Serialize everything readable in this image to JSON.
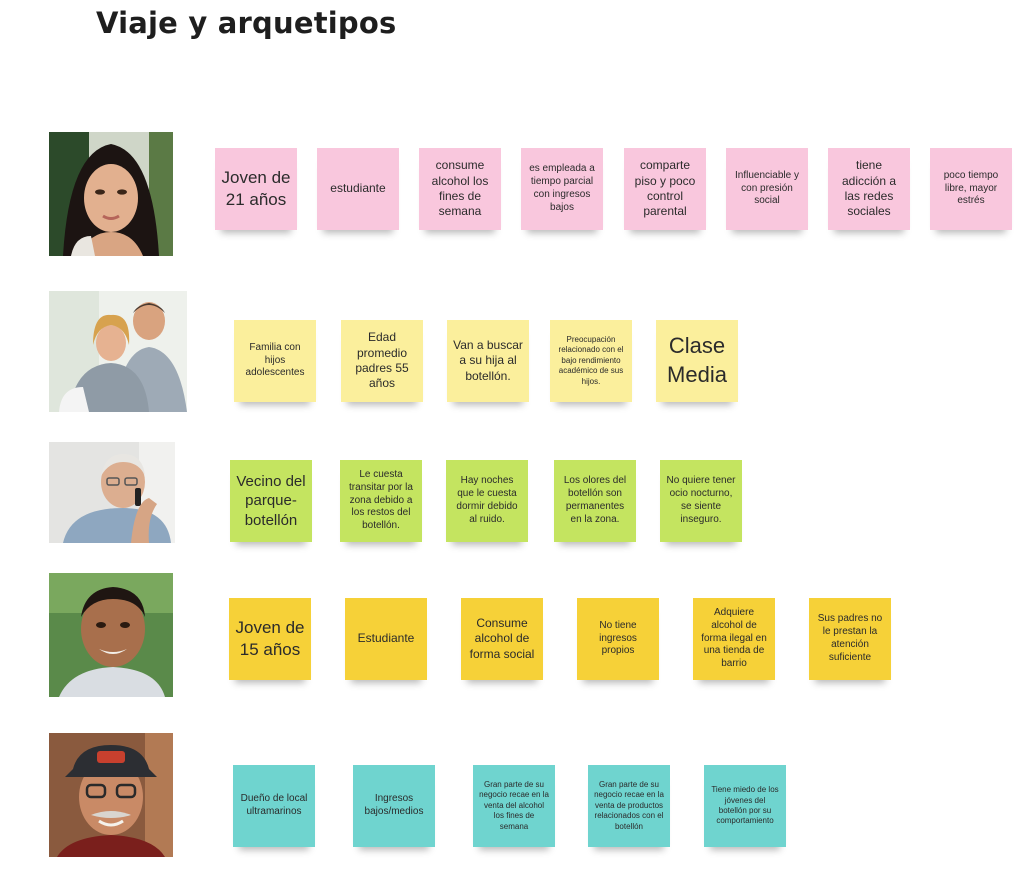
{
  "board": {
    "title": "Viaje y arquetipos"
  },
  "rows": [
    {
      "persona": "young-woman",
      "notes": [
        "Joven de 21 años",
        "estudiante",
        "consume alcohol los fines de semana",
        "es empleada a tiempo parcial con ingresos bajos",
        "comparte piso y poco control parental",
        "Influenciable y con presión social",
        "tiene adicción a las redes sociales",
        "poco tiempo libre, mayor estrés"
      ]
    },
    {
      "persona": "parents",
      "notes": [
        "Familia con hijos adolescentes",
        "Edad promedio padres 55 años",
        "Van a buscar a su hija al botellón.",
        "Preocupación relacionado con el bajo rendimiento académico de sus hijos.",
        "Clase Media"
      ]
    },
    {
      "persona": "elderly-neighbor",
      "notes": [
        "Vecino del parque-botellón",
        "Le cuesta transitar por la zona debido a los restos del botellón.",
        "Hay noches que le cuesta dormir debido al ruido.",
        "Los olores del botellón son permanentes en la zona.",
        "No quiere tener ocio nocturno, se siente inseguro."
      ]
    },
    {
      "persona": "teen-boy",
      "notes": [
        "Joven de 15 años",
        "Estudiante",
        "Consume alcohol de forma social",
        "No tiene ingresos propios",
        "Adquiere alcohol de forma ilegal en una tienda de barrio",
        "Sus padres no le prestan la atención suficiente"
      ]
    },
    {
      "persona": "shop-owner",
      "notes": [
        "Dueño de local ultramarinos",
        "Ingresos bajos/medios",
        "Gran parte de su negocio recae en la venta del alcohol los fines de semana",
        "Gran parte de su negocio recae en la venta de productos relacionados con el botellón",
        "Tiene miedo de los jóvenes del botellón por su comportamiento"
      ]
    }
  ],
  "colors": {
    "pink": "#f9c7dd",
    "yellow": "#fbef9c",
    "lime": "#c4e460",
    "gold": "#f6d138",
    "teal": "#6fd4cf"
  }
}
